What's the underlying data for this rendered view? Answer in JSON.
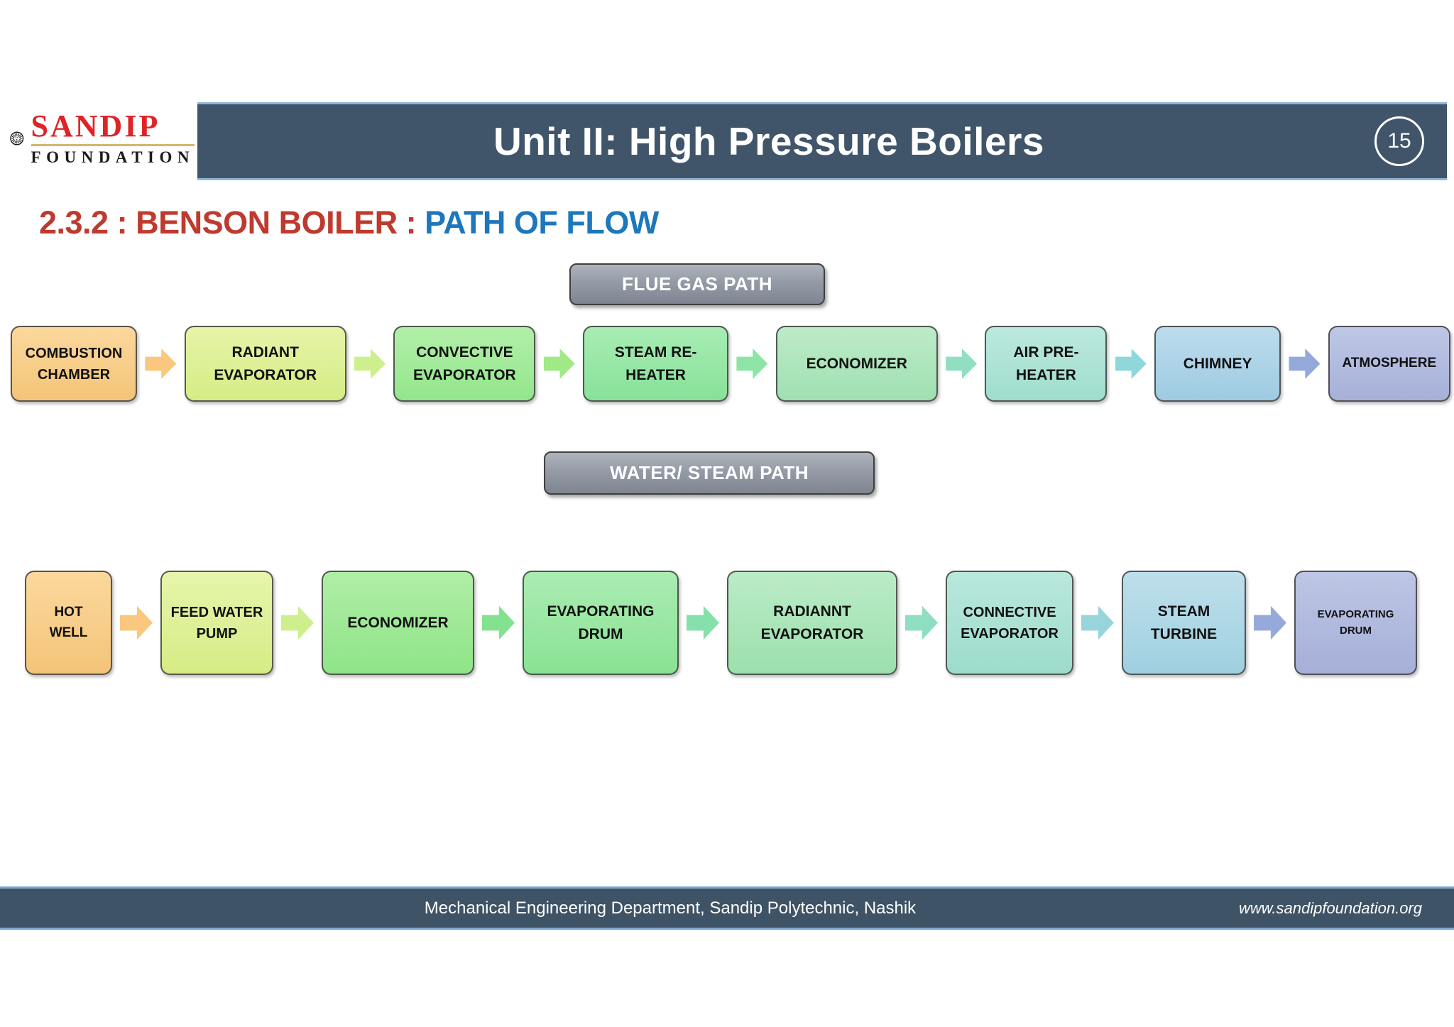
{
  "header": {
    "title": "Unit II: High Pressure Boilers",
    "page_number": "15"
  },
  "logo": {
    "line1": "SANDIP",
    "line2": "FOUNDATION",
    "emblem": "lion-sunburst"
  },
  "heading": {
    "prefix": "2.3.2 : BENSON BOILER : ",
    "highlight": "PATH OF FLOW"
  },
  "flue_path": {
    "label": "FLUE GAS PATH",
    "nodes": [
      {
        "label": "COMBUSTION CHAMBER",
        "color": "#f3c478",
        "color_top": "#fbd89d",
        "arrow": "#f9c77d"
      },
      {
        "label": "RADIANT EVAPORATOR",
        "color": "#d5ec85",
        "color_top": "#e6f4a8",
        "arrow": "#cdef8d"
      },
      {
        "label": "CONVECTIVE EVAPORATOR",
        "color": "#93e68b",
        "color_top": "#b2efa9",
        "arrow": "#9fe987"
      },
      {
        "label": "STEAM RE-HEATER",
        "color": "#86e298",
        "color_top": "#a8ecb4",
        "arrow": "#8ee4a6"
      },
      {
        "label": "ECONOMIZER",
        "color": "#9fe0b0",
        "color_top": "#bdebc8",
        "arrow": "#90dfc0"
      },
      {
        "label": "AIR PRE-HEATER",
        "color": "#9eddcd",
        "color_top": "#bce9dd",
        "arrow": "#8fd7da"
      },
      {
        "label": "CHIMNEY",
        "color": "#9ecbe2",
        "color_top": "#bcdcec",
        "arrow": "#94a8da"
      },
      {
        "label": "ATMOSPHERE",
        "color": "#a6b0d9",
        "color_top": "#bfc7e6",
        "arrow": null
      }
    ]
  },
  "water_path": {
    "label": "WATER/ STEAM PATH",
    "nodes": [
      {
        "label": "HOT WELL",
        "color": "#f3c478",
        "color_top": "#fbd89d",
        "arrow": "#f9c77d"
      },
      {
        "label": "FEED WATER PUMP",
        "color": "#d5ec85",
        "color_top": "#e6f5ac",
        "arrow": "#cdef8d"
      },
      {
        "label": "ECONOMIZER",
        "color": "#8fe488",
        "color_top": "#b0eea6",
        "arrow": "#84e18f"
      },
      {
        "label": "EVAPORATING DRUM",
        "color": "#89e294",
        "color_top": "#aaecb2",
        "arrow": "#85e0ab"
      },
      {
        "label": "RADIANNT EVAPORATOR",
        "color": "#9be0ac",
        "color_top": "#bbebc6",
        "arrow": "#8fdec2"
      },
      {
        "label": "CONNECTIVE EVAPORATOR",
        "color": "#9cdccc",
        "color_top": "#bae8dc",
        "arrow": "#97d5da"
      },
      {
        "label": "STEAM TURBINE",
        "color": "#9fd0e0",
        "color_top": "#bedfeb",
        "arrow": "#97a9da"
      },
      {
        "label": "EVAPORATING DRUM",
        "color": "#a5afd8",
        "color_top": "#bec6e5",
        "arrow": null
      }
    ]
  },
  "footer": {
    "center": "Mechanical Engineering Department, Sandip Polytechnic, Nashik",
    "right": "www.sandipfoundation.org"
  },
  "colors": {
    "header_bar": "#40556a",
    "header_border": "#8fb4d9",
    "heading_red": "#bf3a2e",
    "heading_blue": "#1d77bd",
    "footer_bar": "#3e5365",
    "footer_border": "#7ba7cd",
    "logo_red": "#e02327",
    "logo_gold": "#d8b56a"
  }
}
